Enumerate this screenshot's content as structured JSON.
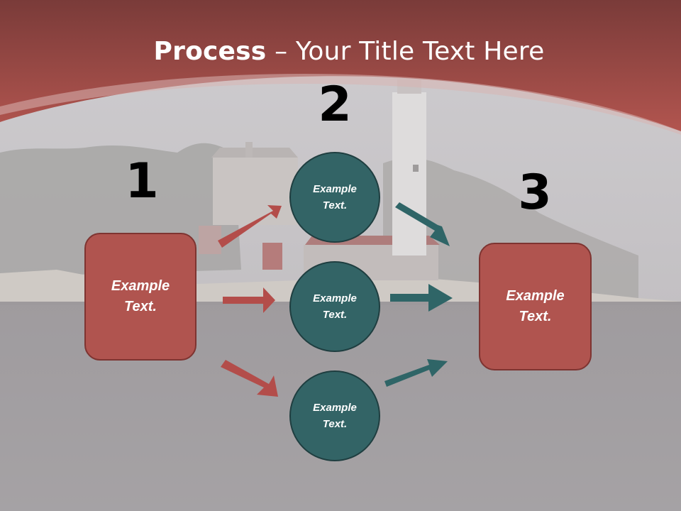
{
  "title": {
    "bold": "Process",
    "rest": " – Your Title Text Here"
  },
  "steps": {
    "one": "1",
    "two": "2",
    "three": "3"
  },
  "left_box": {
    "line1": "Example",
    "line2": "Text."
  },
  "circles": [
    {
      "line1": "Example",
      "line2": "Text."
    },
    {
      "line1": "Example",
      "line2": "Text."
    },
    {
      "line1": "Example",
      "line2": "Text."
    }
  ],
  "right_box": {
    "line1": "Example",
    "line2": "Text."
  },
  "colors": {
    "header": "#a9524c",
    "box": "#b0544f",
    "circle": "#336466",
    "arrow_red": "#b34d4a",
    "arrow_teal": "#2f6567"
  }
}
